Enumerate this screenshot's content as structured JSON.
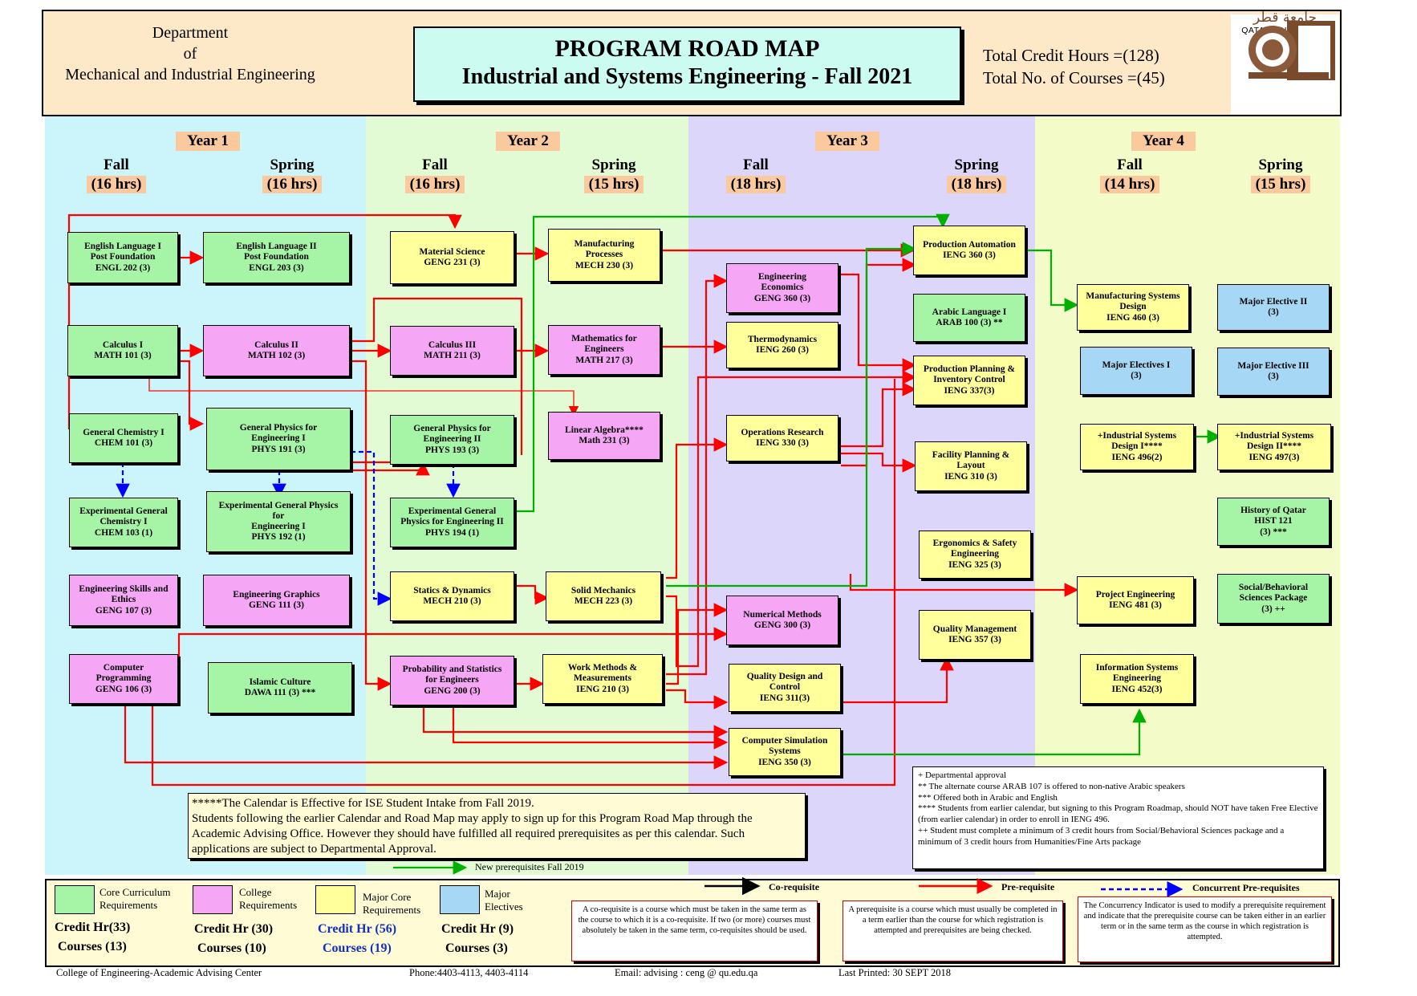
{
  "header": {
    "department_lines": [
      "Department",
      "of",
      "Mechanical and Industrial Engineering"
    ],
    "title_line1": "PROGRAM ROAD MAP",
    "title_line2": "Industrial and Systems Engineering - Fall 2021",
    "total_credit": "Total Credit Hours =(128)",
    "total_courses": "Total No. of Courses =(45)",
    "logo_text_arabic": "جامعة قطر",
    "logo_text_en": "QATAR UNIVERSITY"
  },
  "years": [
    {
      "label": "Year 1",
      "terms": [
        {
          "name": "Fall",
          "hrs": "(16 hrs)"
        },
        {
          "name": "Spring",
          "hrs": "(16 hrs)"
        }
      ]
    },
    {
      "label": "Year 2",
      "terms": [
        {
          "name": "Fall",
          "hrs": "(16 hrs)"
        },
        {
          "name": "Spring",
          "hrs": "(15 hrs)"
        }
      ]
    },
    {
      "label": "Year 3",
      "terms": [
        {
          "name": "Fall",
          "hrs": "(18 hrs)"
        },
        {
          "name": "Spring",
          "hrs": "(18 hrs)"
        }
      ]
    },
    {
      "label": "Year 4",
      "terms": [
        {
          "name": "Fall",
          "hrs": "(14 hrs)"
        },
        {
          "name": "Spring",
          "hrs": "(15 hrs)"
        }
      ]
    }
  ],
  "courses": [
    {
      "id": "engl202",
      "text": "English Language I\nPost Foundation\nENGL 202 (3)",
      "cat": "green"
    },
    {
      "id": "engl203",
      "text": "English Language II\nPost Foundation\nENGL 203 (3)",
      "cat": "green"
    },
    {
      "id": "math101",
      "text": "Calculus I\nMATH 101 (3)",
      "cat": "green"
    },
    {
      "id": "math102",
      "text": "Calculus II\nMATH 102 (3)",
      "cat": "pink"
    },
    {
      "id": "chem101",
      "text": "General Chemistry I\nCHEM 101 (3)",
      "cat": "green"
    },
    {
      "id": "phys191",
      "text": "General Physics for\nEngineering I\nPHYS 191 (3)",
      "cat": "green"
    },
    {
      "id": "chem103",
      "text": "Experimental General\nChemistry I\nCHEM 103 (1)",
      "cat": "green"
    },
    {
      "id": "phys192",
      "text": "Experimental General Physics\nfor\nEngineering I\nPHYS 192 (1)",
      "cat": "green"
    },
    {
      "id": "geng107",
      "text": "Engineering Skills and\nEthics\nGENG 107 (3)",
      "cat": "pink"
    },
    {
      "id": "geng111",
      "text": "Engineering Graphics\nGENG 111 (3)",
      "cat": "pink"
    },
    {
      "id": "geng106",
      "text": "Computer\nProgramming\nGENG 106 (3)",
      "cat": "pink"
    },
    {
      "id": "dawa111",
      "text": "Islamic Culture\nDAWA 111 (3) ***",
      "cat": "green"
    },
    {
      "id": "geng231",
      "text": "Material Science\nGENG 231 (3)",
      "cat": "yellow"
    },
    {
      "id": "math211",
      "text": "Calculus III\nMATH 211 (3)",
      "cat": "pink"
    },
    {
      "id": "phys193",
      "text": "General Physics for\nEngineering II\nPHYS 193 (3)",
      "cat": "green"
    },
    {
      "id": "phys194",
      "text": "Experimental General\nPhysics for Engineering II\nPHYS 194 (1)",
      "cat": "green"
    },
    {
      "id": "mech210",
      "text": "Statics & Dynamics\nMECH 210 (3)",
      "cat": "yellow"
    },
    {
      "id": "geng200",
      "text": "Probability and Statistics\nfor Engineers\nGENG 200 (3)",
      "cat": "pink"
    },
    {
      "id": "mech230",
      "text": "Manufacturing\nProcesses\nMECH 230 (3)",
      "cat": "yellow"
    },
    {
      "id": "math217",
      "text": "Mathematics for\nEngineers\nMATH 217 (3)",
      "cat": "pink"
    },
    {
      "id": "math231",
      "text": "Linear Algebra****\nMath 231 (3)",
      "cat": "pink"
    },
    {
      "id": "mech223",
      "text": "Solid Mechanics\nMECH 223 (3)",
      "cat": "yellow"
    },
    {
      "id": "ieng210",
      "text": "Work Methods &\nMeasurements\nIENG 210 (3)",
      "cat": "yellow"
    },
    {
      "id": "geng360",
      "text": "Engineering\nEconomics\nGENG 360 (3)",
      "cat": "pink"
    },
    {
      "id": "ieng260",
      "text": "Thermodynamics\nIENG 260 (3)",
      "cat": "yellow"
    },
    {
      "id": "ieng330",
      "text": "Operations Research\nIENG 330 (3)",
      "cat": "yellow"
    },
    {
      "id": "geng300",
      "text": "Numerical Methods\nGENG 300 (3)",
      "cat": "pink"
    },
    {
      "id": "ieng311",
      "text": "Quality Design and\nControl\nIENG 311(3)",
      "cat": "yellow"
    },
    {
      "id": "ieng350",
      "text": "Computer Simulation\nSystems\nIENG 350 (3)",
      "cat": "yellow"
    },
    {
      "id": "ieng360",
      "text": "Production Automation\nIENG 360 (3)",
      "cat": "yellow"
    },
    {
      "id": "arab100",
      "text": "Arabic Language I\nARAB 100 (3) **",
      "cat": "green"
    },
    {
      "id": "ieng337",
      "text": "Production Planning &\nInventory Control\nIENG 337(3)",
      "cat": "yellow"
    },
    {
      "id": "ieng310",
      "text": "Facility Planning &\nLayout\nIENG 310 (3)",
      "cat": "yellow"
    },
    {
      "id": "ieng325",
      "text": "Ergonomics & Safety\nEngineering\nIENG 325 (3)",
      "cat": "yellow"
    },
    {
      "id": "ieng357",
      "text": "Quality Management\nIENG 357 (3)",
      "cat": "yellow"
    },
    {
      "id": "ieng460",
      "text": "Manufacturing Systems\nDesign\nIENG 460 (3)",
      "cat": "yellow"
    },
    {
      "id": "majel1",
      "text": "Major Electives I\n(3)",
      "cat": "blue"
    },
    {
      "id": "ieng496",
      "text": "+Industrial Systems\nDesign I****\nIENG 496(2)",
      "cat": "yellow"
    },
    {
      "id": "ieng481",
      "text": "Project Engineering\nIENG 481 (3)",
      "cat": "yellow"
    },
    {
      "id": "ieng452",
      "text": "Information Systems\nEngineering\nIENG 452(3)",
      "cat": "yellow"
    },
    {
      "id": "majel2",
      "text": "Major Elective II\n(3)",
      "cat": "blue"
    },
    {
      "id": "majel3",
      "text": "Major Elective III\n(3)",
      "cat": "blue"
    },
    {
      "id": "ieng497",
      "text": "+Industrial Systems\nDesign II****\nIENG 497(3)",
      "cat": "yellow"
    },
    {
      "id": "hist121",
      "text": "History of Qatar\nHIST 121\n(3) ***",
      "cat": "green"
    },
    {
      "id": "socbeh",
      "text": "Social/Behavioral\nSciences Package\n(3) ++",
      "cat": "green"
    }
  ],
  "calendar_note": "*****The Calendar is Effective for ISE Student Intake from Fall 2019.\nStudents following the earlier Calendar and Road Map may apply to sign up for this Program Road Map through the Academic Advising Office. However they should have fulfilled all required prerequisites as per this calendar. Such applications are subject to Departmental Approval.",
  "new_prereq_label": "New prerequisites Fall 2019",
  "footnotes": [
    "+ Departmental approval",
    "** The alternate course ARAB 107 is offered to non-native Arabic speakers",
    "*** Offered both in Arabic and English",
    "**** Students from earlier calendar, but signing to this Program Roadmap, should NOT have taken Free Elective (from earlier calendar) in order to enroll in IENG 496.",
    "++ Student must complete a minimum of 3 credit hours from Social/Behavioral Sciences package and a minimum of 3 credit hours from Humanities/Fine Arts package"
  ],
  "legend": {
    "categories": [
      {
        "label": "Core Curriculum\nRequirements",
        "credit": "Credit Hr(33)",
        "courses": "Courses (13)",
        "color": "#a6f5a6"
      },
      {
        "label": "College\nRequirements",
        "credit": "Credit Hr (30)",
        "courses": "Courses (10)",
        "color": "#f5a6f5"
      },
      {
        "label": "Major Core\nRequirements",
        "credit": "Credit Hr (56)",
        "courses": "Courses (19)",
        "color": "#ffff9c"
      },
      {
        "label": "Major\nElectives",
        "credit": "Credit Hr (9)",
        "courses": "Courses (3)",
        "color": "#a6d8f5"
      }
    ],
    "corequisite": {
      "label": "Co-requisite",
      "text": "A co-requisite is a course which must be taken in the same term as the course to which it is a co-requisite. If two (or more) courses must absolutely be taken in the same term, co-requisites should be used."
    },
    "prerequisite": {
      "label": "Pre-requisite",
      "text": "A prerequisite is a course which must usually be completed in a term earlier than the course for which registration is attempted and prerequisites are being checked."
    },
    "concurrent": {
      "label": "Concurrent Pre-requisites",
      "text": "The Concurrency Indicator is used to modify a prerequisite requirement and indicate that the prerequisite course can be taken either in an earlier term or in the same term as the course in which registration is attempted."
    }
  },
  "footer": {
    "center": "College of Engineering-Academic Advising Center",
    "phone": "Phone:4403-4113, 4403-4114",
    "email": "Email: advising : ceng @ qu.edu.qa",
    "printed": "Last Printed: 30 SEPT 2018"
  },
  "colors": {
    "prereq": "#ff0000",
    "new_prereq": "#00b000",
    "concurrent": "#0000ff",
    "year1": "#ccf5fb",
    "year2": "#e3fbd5",
    "year3": "#dcd6fb",
    "year4": "#f3fbc8",
    "header": "#fde8c8"
  }
}
